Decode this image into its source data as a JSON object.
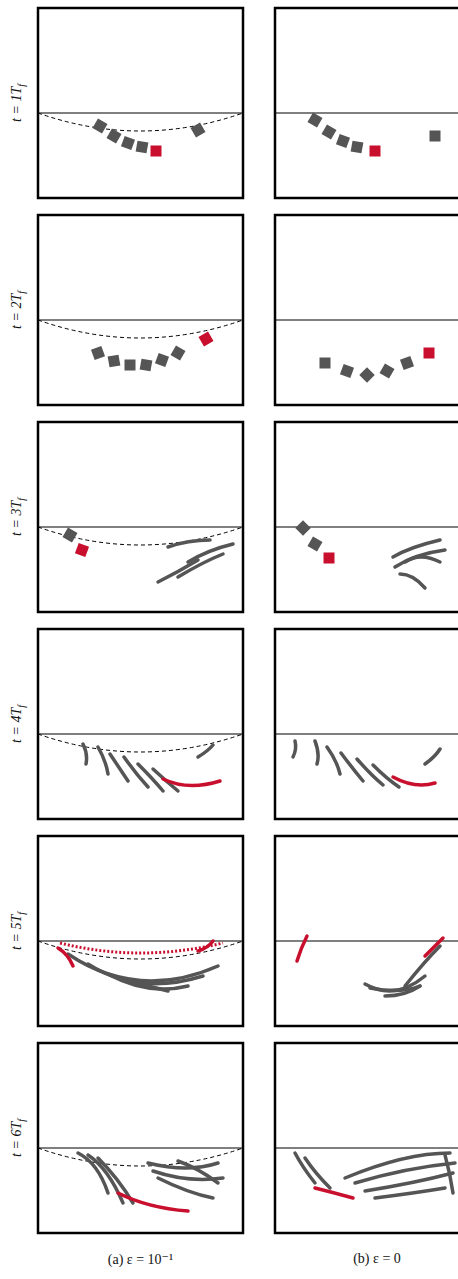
{
  "diagram": {
    "labels": [
      "t = 1Tf",
      "t = 2Tf",
      "t = 3Tf",
      "t = 4Tf",
      "t = 5Tf",
      "t = 6Tf",
      "(a) ε = 10⁻¹",
      "(b) ε = 0"
    ]
  }
}
